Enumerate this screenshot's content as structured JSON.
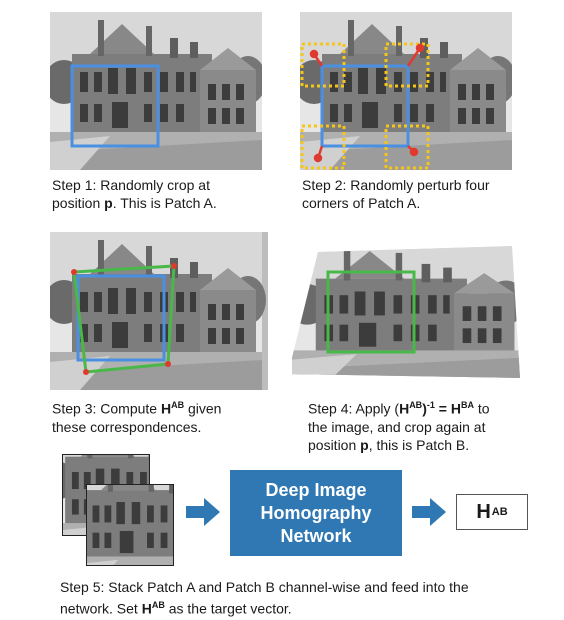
{
  "steps": {
    "step1": {
      "line1": "Step 1: Randomly crop at",
      "line2_pre": "position ",
      "line2_bold": "p",
      "line2_post": ". This is Patch A."
    },
    "step2": {
      "line1": "Step 2: Randomly perturb four",
      "line2": "corners of Patch A."
    },
    "step3": {
      "line1_pre": "Step 3: Compute ",
      "line1_bold": "H",
      "line1_sup": "AB",
      "line1_post": " given",
      "line2": "these correspondences."
    },
    "step4": {
      "line1_pre": "Step 4: Apply (",
      "line1_bold1": "H",
      "line1_sup1": "AB",
      "line1_mid": ")",
      "line1_sup2": "-1",
      "line1_eq": " = ",
      "line1_bold2": "H",
      "line1_sup3": "BA",
      "line1_post": " to",
      "line2": "the image, and crop again at",
      "line3_pre": "position ",
      "line3_bold": "p",
      "line3_post": ", this is Patch B."
    },
    "step5": {
      "line1": "Step 5: Stack Patch A and Patch B channel-wise and feed into the",
      "line2_pre": "network. Set ",
      "line2_bold": "H",
      "line2_sup": "AB",
      "line2_post": " as the target vector."
    }
  },
  "network": {
    "line1": "Deep Image",
    "line2": "Homography",
    "line3": "Network"
  },
  "output": {
    "symbol": "H",
    "superscript": "AB"
  },
  "colors": {
    "patch_a": "#4a90e2",
    "perturbed": "#f5c518",
    "corner_arrow": "#e03a2f",
    "patch_b": "#48b848",
    "network_fill": "#2f78b4",
    "flow_arrow": "#2f78b4"
  }
}
